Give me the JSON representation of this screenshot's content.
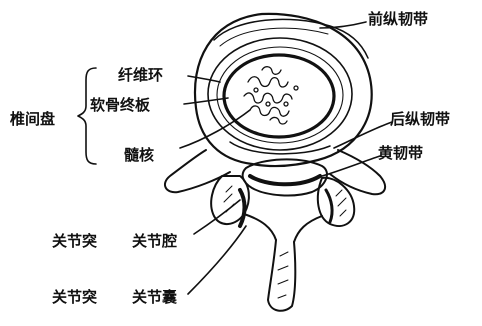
{
  "labels": {
    "anterior_longitudinal_ligament": "前纵韧带",
    "annulus_fibrosus": "纤维环",
    "cartilage_endplate": "软骨终板",
    "intervertebral_disc": "椎间盘",
    "nucleus_pulposus": "髓核",
    "posterior_longitudinal_ligament": "后纵韧带",
    "ligamentum_flavum": "黄韧带",
    "articular_process_1": "关节突",
    "joint_cavity": "关节腔",
    "articular_process_2": "关节突",
    "joint_capsule": "关节囊"
  },
  "colors": {
    "ink": "#111111",
    "paper": "#ffffff"
  }
}
